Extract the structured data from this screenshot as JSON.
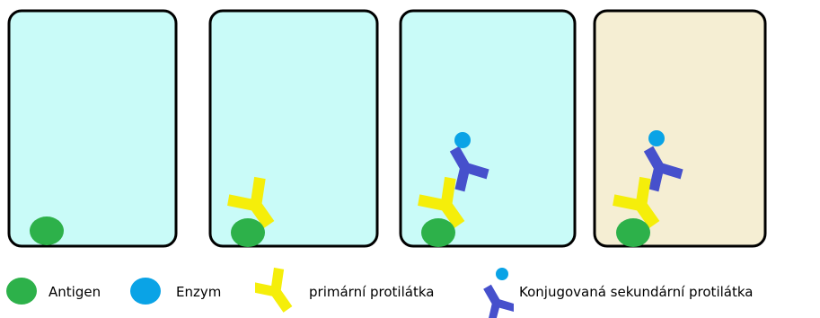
{
  "colors": {
    "well_fill": "#c9fbf8",
    "well_fill_substrate": "#f5eed3",
    "well_border": "#000000",
    "antigen": "#2db14a",
    "enzyme": "#0aa3e6",
    "primary_antibody": "#f5ee0a",
    "secondary_antibody": "#4650cc"
  },
  "wells": [
    {
      "contents": [
        "antigen"
      ]
    },
    {
      "contents": [
        "antigen",
        "primary-antibody"
      ]
    },
    {
      "contents": [
        "antigen",
        "primary-antibody",
        "secondary-antibody",
        "enzyme"
      ]
    },
    {
      "contents": [
        "antigen",
        "primary-antibody",
        "secondary-antibody",
        "enzyme"
      ],
      "substrate_color_change": true
    }
  ],
  "legend": {
    "antigen_label": "Antigen",
    "enzyme_label": "Enzym",
    "primary_label": "primární protilátka",
    "secondary_label": "Konjugovaná sekundární protilátka"
  }
}
